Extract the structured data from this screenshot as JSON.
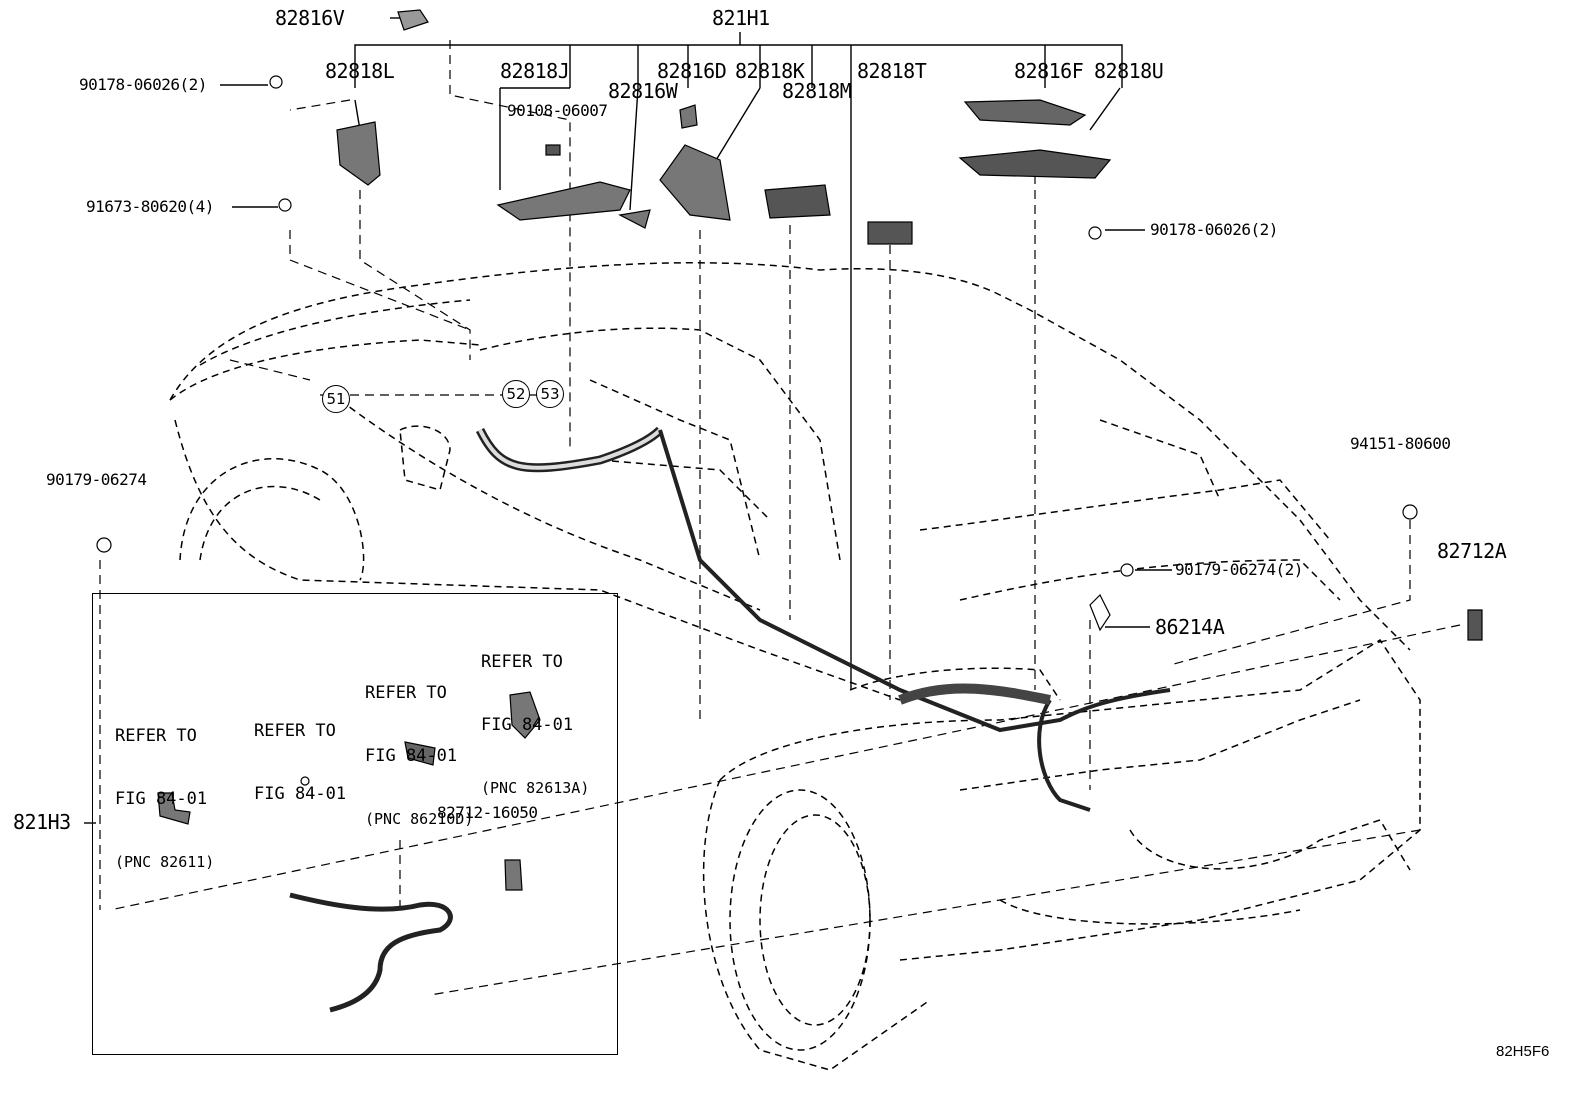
{
  "diagram_code": "82H5F6",
  "assembly": {
    "main": "821H1",
    "sub": "821H3"
  },
  "callouts": [
    "51",
    "52",
    "53"
  ],
  "parts": {
    "p82816V": "82816V",
    "p82818L": "82818L",
    "p82818J": "82818J",
    "p82816D": "82816D",
    "p82818K": "82818K",
    "p82816W": "82816W",
    "p82818M": "82818M",
    "p82818T": "82818T",
    "p82816F": "82816F",
    "p82818U": "82818U",
    "p90178_06026_left": "90178-06026(2)",
    "p90108_06007": "90108-06007",
    "p91673_80620": "91673-80620(4)",
    "p90178_06026_right": "90178-06026(2)",
    "p90179_06274": "90179-06274",
    "p94151_80600": "94151-80600",
    "p82712A": "82712A",
    "p90179_06274_2": "90179-06274(2)",
    "p86214A": "86214A",
    "p82712_16050": "82712-16050"
  },
  "references": [
    {
      "line1": "REFER TO",
      "line2": "FIG 84-01",
      "pnc": "(PNC 82611)"
    },
    {
      "line1": "REFER TO",
      "line2": "FIG 84-01",
      "pnc": ""
    },
    {
      "line1": "REFER TO",
      "line2": "FIG 84-01",
      "pnc": "(PNC 86210D)"
    },
    {
      "line1": "REFER TO",
      "line2": "FIG 84-01",
      "pnc": "(PNC 82613A)"
    }
  ]
}
